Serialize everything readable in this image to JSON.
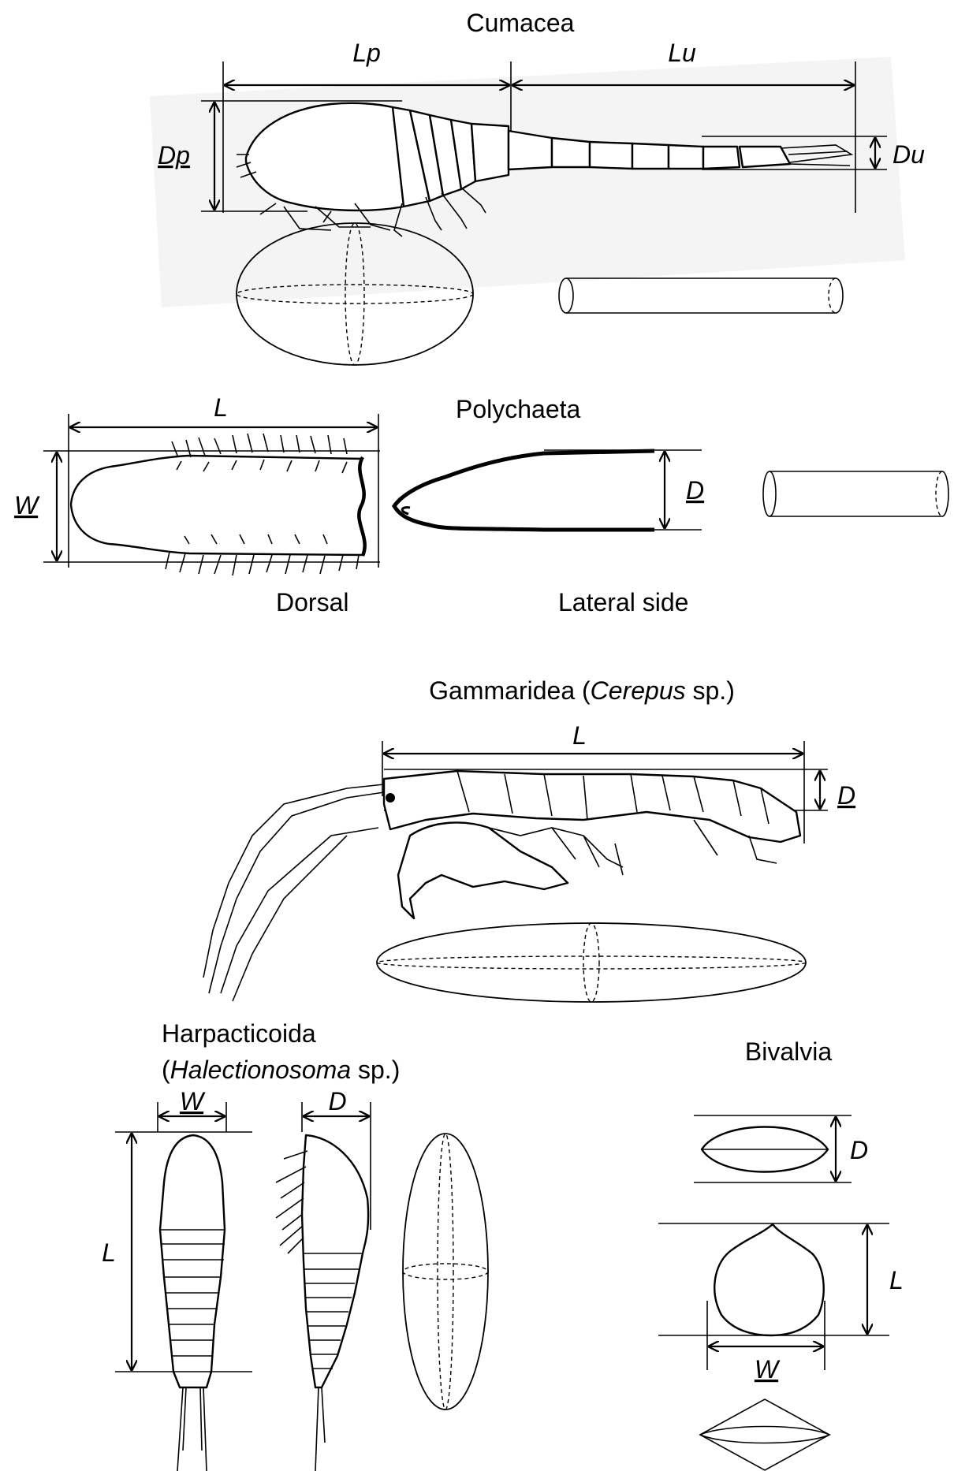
{
  "cumacea": {
    "title": "Cumacea",
    "lp": "Lp",
    "lu": "Lu",
    "dp": "Dp",
    "du": "Du"
  },
  "polychaeta": {
    "title": "Polychaeta",
    "l": "L",
    "w": "W",
    "d": "D",
    "dorsal": "Dorsal",
    "lateral": "Lateral side"
  },
  "gammaridea": {
    "title_pre": "Gammaridea (",
    "title_genus": "Cerepus",
    "title_post": " sp.)",
    "l": "L",
    "d": "D"
  },
  "harpacticoida": {
    "title_line1": "Harpacticoida",
    "title_open": "(",
    "title_genus": "Halectionosoma",
    "title_post": " sp.)",
    "w": "W",
    "d": "D",
    "l": "L"
  },
  "bivalvia": {
    "title": "Bivalvia",
    "d": "D",
    "l": "L",
    "w": "W"
  }
}
